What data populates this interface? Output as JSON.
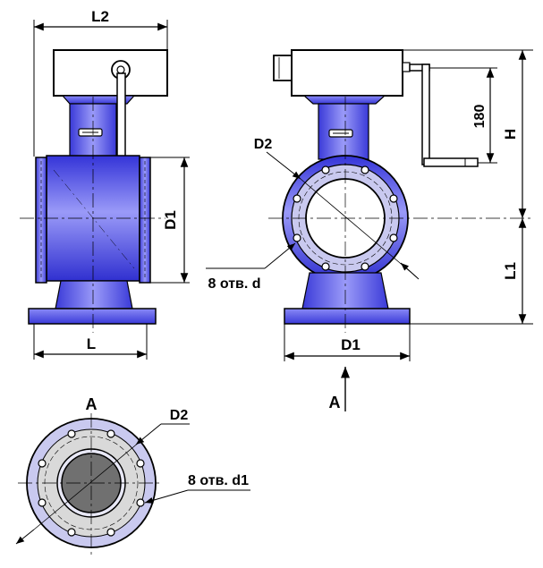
{
  "labels": {
    "l2": "L2",
    "l": "L",
    "d1_side": "D1",
    "d2_front": "D2",
    "holes_front": "8 отв. d",
    "d1_front": "D1",
    "h": "H",
    "l1": "L1",
    "dim_180": "180",
    "view_a": "A",
    "view_a_arrow": "A",
    "d2_bottom": "D2",
    "holes_bottom": "8 отв. d1"
  },
  "colors": {
    "body": "#4a4ae8",
    "body_light": "#8a8af6",
    "flange_face": "#c9c9ef",
    "gray": "#d9d9d9",
    "bore": "#707070",
    "line": "#000000"
  }
}
